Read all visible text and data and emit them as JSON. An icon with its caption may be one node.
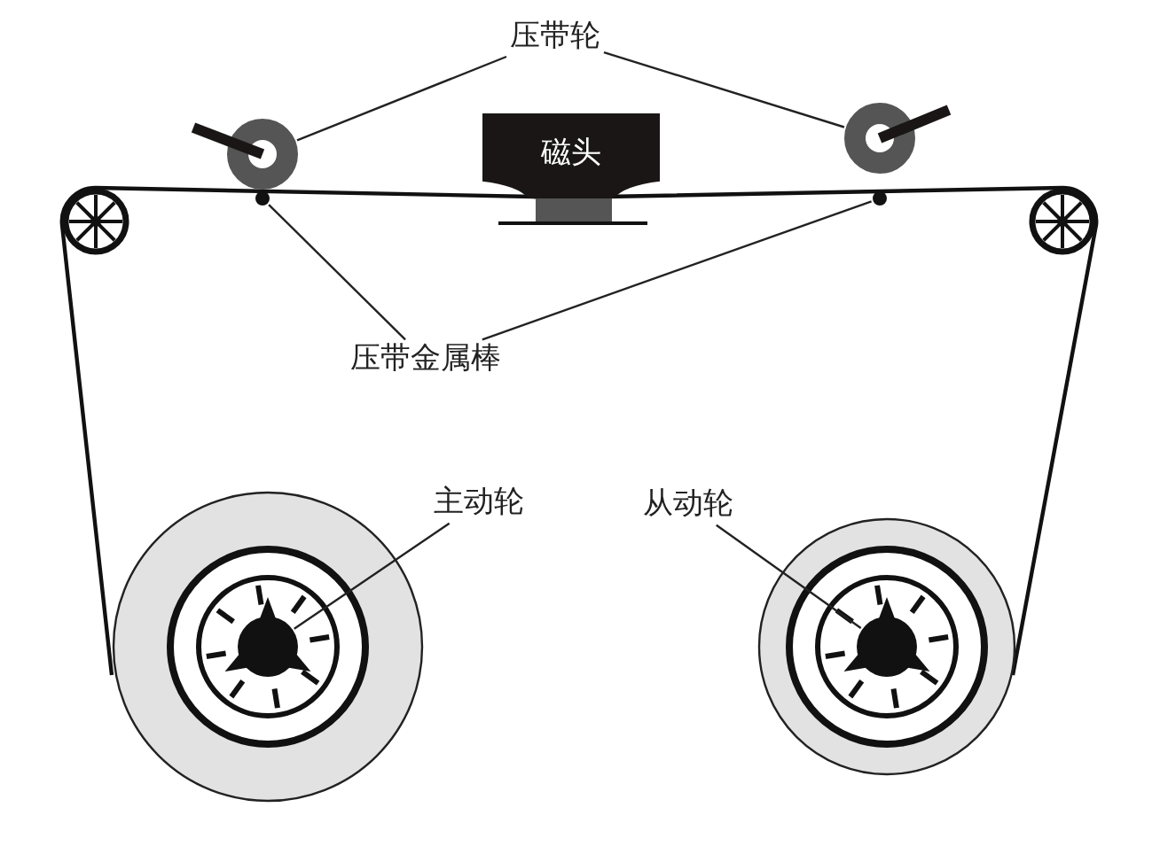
{
  "diagram": {
    "nodes": [
      {
        "text": [
          "压带轮"
        ]
      },
      {
        "text": [],
        "shape": "circle"
      },
      {
        "text": [],
        "shape": "circle"
      },
      {
        "text": [
          "磁头"
        ]
      },
      {
        "text": [
          "压带金属棒"
        ]
      },
      {
        "text": [],
        "shape": "circle"
      },
      {
        "text": [],
        "shape": "circle"
      },
      {
        "text": [
          "主动轮"
        ]
      },
      {
        "text": [],
        "shape": "circle"
      },
      {
        "text": [
          "从动轮"
        ]
      },
      {
        "text": [],
        "shape": "circle"
      }
    ],
    "edges": [
      {
        "from": 0,
        "to": 1,
        "arrow": "none"
      },
      {
        "from": 0,
        "to": 2,
        "arrow": "none"
      },
      {
        "from": 4,
        "to": 5,
        "arrow": "none"
      },
      {
        "from": 4,
        "to": 6,
        "arrow": "none"
      },
      {
        "from": 7,
        "to": 8,
        "arrow": "none"
      },
      {
        "from": 9,
        "to": 10,
        "arrow": "none"
      }
    ]
  }
}
